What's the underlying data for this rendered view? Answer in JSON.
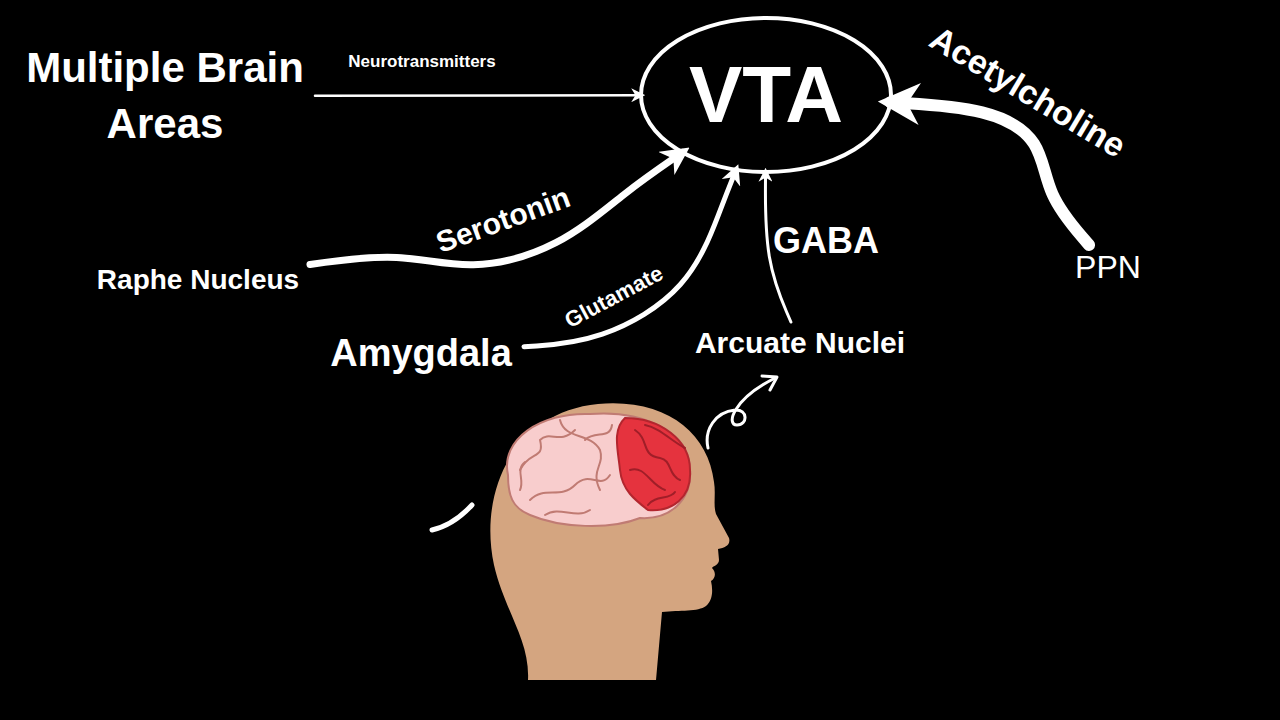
{
  "diagram": {
    "nodes": [
      {
        "text": [
          "Multiple Brain Areas"
        ]
      },
      {
        "text": [
          "VTA"
        ]
      },
      {
        "text": [
          "PPN"
        ]
      },
      {
        "text": [
          "Raphe Nucleus"
        ]
      },
      {
        "text": [
          "Amygdala"
        ]
      },
      {
        "text": [
          "Arcuate Nuclei"
        ]
      }
    ],
    "edges": [
      {
        "from": 0,
        "to": 1,
        "label": "Neurotransmitters",
        "arrow": "to"
      },
      {
        "from": 3,
        "to": 1,
        "label": "Serotonin",
        "arrow": "to"
      },
      {
        "from": 4,
        "to": 1,
        "label": "Glutamate",
        "arrow": "to"
      },
      {
        "from": 5,
        "to": 1,
        "label": "GABA",
        "arrow": "to"
      },
      {
        "from": 2,
        "to": 1,
        "label": "Acetylcholine",
        "arrow": "to"
      }
    ]
  }
}
